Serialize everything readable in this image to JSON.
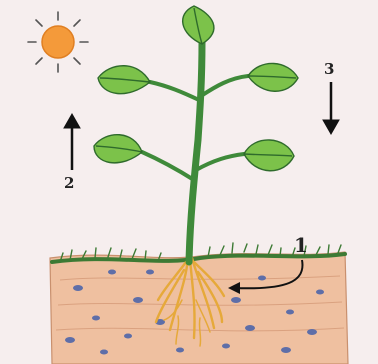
{
  "diagram": {
    "labels": {
      "roots_label": "1",
      "up_arrow_label": "2",
      "down_arrow_label": "3"
    },
    "colors": {
      "background": "#f6eeee",
      "sun": "#f49a3a",
      "leaf": "#7cc24a",
      "stem": "#3f8a3a",
      "soil": "#efc0a0",
      "roots": "#e6a93a",
      "stones": "#5e6ea8",
      "grass": "#3d7a34"
    }
  }
}
